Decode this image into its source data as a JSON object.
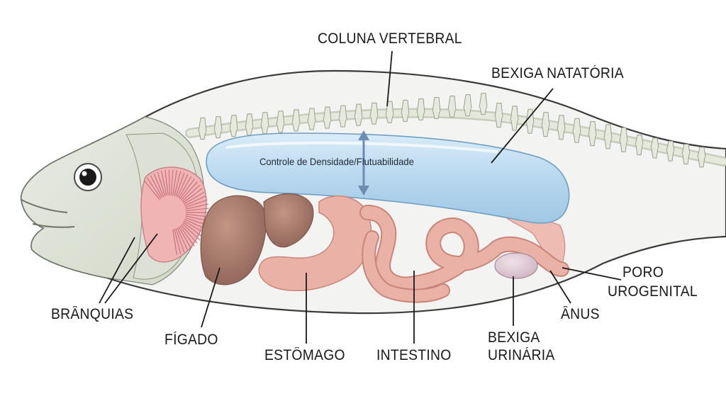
{
  "labels": {
    "spine": "COLUNA VERTEBRAL",
    "swim_bladder": "BEXIGA NATATÓRIA",
    "gills": "BRÂNQUIAS",
    "liver": "FÍGADO",
    "stomach": "ESTÔMAGO",
    "intestine": "INTESTINO",
    "urinary_bladder_line1": "BEXIGA",
    "urinary_bladder_line2": "URINÁRIA",
    "anus": "ÂNUS",
    "urogenital_pore_line1": "PORO",
    "urogenital_pore_line2": "UROGENITAL"
  },
  "annotation": "Controle de Densidade/Flutuabilidade",
  "colors": {
    "body_outline": "#3b3b3b",
    "body_fill": "#f3f3f1",
    "head_fill": "#e2e5db",
    "swim_bladder": "#b9d9ee",
    "liver": "#a57a6c",
    "gut": "#eab2a6",
    "gill": "#f0b4b4",
    "urinary_bladder": "#ddc8d2"
  }
}
